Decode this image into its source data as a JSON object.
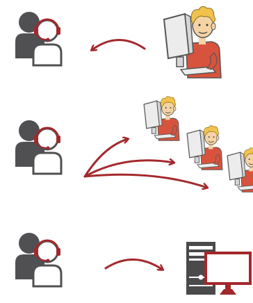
{
  "colors": {
    "background": "#ffffff",
    "agent_back": "#505052",
    "agent_outline": "#505052",
    "headset": "#a3282c",
    "arrow": "#a3282c",
    "skin": "#f4d3a4",
    "hair": "#f1c24e",
    "shirt": "#d8533d",
    "computer_body": "#e8e8e8",
    "computer_outline": "#555555",
    "tower": "#4a4a4a",
    "monitor_red": "#a3282c"
  },
  "rows": [
    {
      "row": "one-to-one",
      "agent_icon": "call-center-agent-icon",
      "arrow": "curved-arrow-left-icon",
      "target_icon": "user-at-computer-icon",
      "target_count": 1
    },
    {
      "row": "one-to-many",
      "agent_icon": "call-center-agent-icon",
      "arrow": "curved-arrows-fanout-icon",
      "target_icon": "user-at-computer-icon",
      "target_count": 3
    },
    {
      "row": "to-machine",
      "agent_icon": "call-center-agent-icon",
      "arrow": "curved-arrow-right-icon",
      "target_icon": "desktop-computer-icon",
      "target_count": 1
    }
  ]
}
